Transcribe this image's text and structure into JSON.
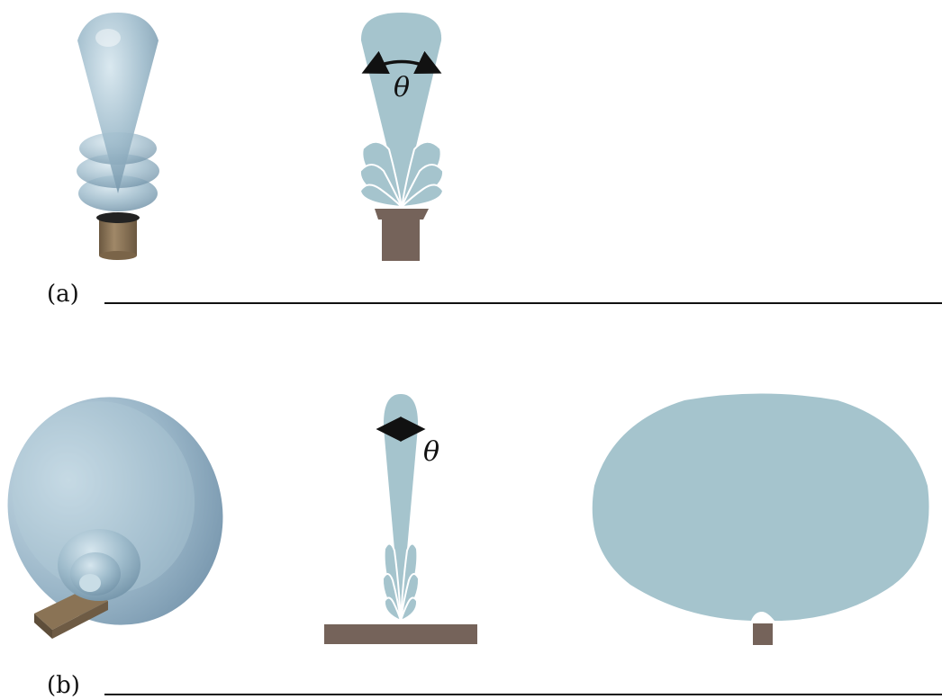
{
  "panels": [
    {
      "label": "(a)",
      "angle_symbol": "θ"
    },
    {
      "label": "(b)",
      "angle_symbol": "θ"
    }
  ],
  "colors": {
    "lobe": "#a5c4cd",
    "lobe_3d_light": "#c9dde6",
    "lobe_3d_dark": "#6e95ab",
    "mount": "#75635a",
    "mount_3d": "#8a7355",
    "line": "#111111"
  }
}
